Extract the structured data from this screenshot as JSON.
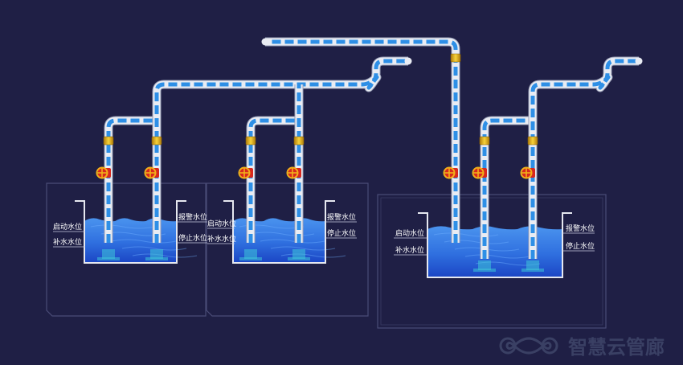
{
  "colors": {
    "background": "#1f1f45",
    "frame": "#4a4c77",
    "tank_wall": "#e6e8f0",
    "water_top": "#3f86e6",
    "water_bottom": "#1c4bc9",
    "pipe_outer": "#e9ecf3",
    "pipe_flow": "#2e8fe6",
    "valve_red": "#d8281e",
    "valve_wheel": "#f2b01a",
    "coupling": "#e8b81c",
    "label": "#ffffff",
    "watermark": "#3e4468"
  },
  "pump_stations": [
    {
      "left_labels": [
        "启动水位",
        "补水水位"
      ],
      "right_labels": [
        "报警水位",
        "停止水位"
      ]
    },
    {
      "left_labels": [
        "启动水位",
        "补水水位"
      ],
      "right_labels": [
        "报警水位",
        "停止水位"
      ]
    },
    {
      "left_labels": [
        "启动水位",
        "补水水位"
      ],
      "right_labels": [
        "报警水位",
        "停止水位"
      ]
    }
  ],
  "watermark": {
    "text": "智慧云管廊",
    "icon": "infinity-logo-icon"
  }
}
